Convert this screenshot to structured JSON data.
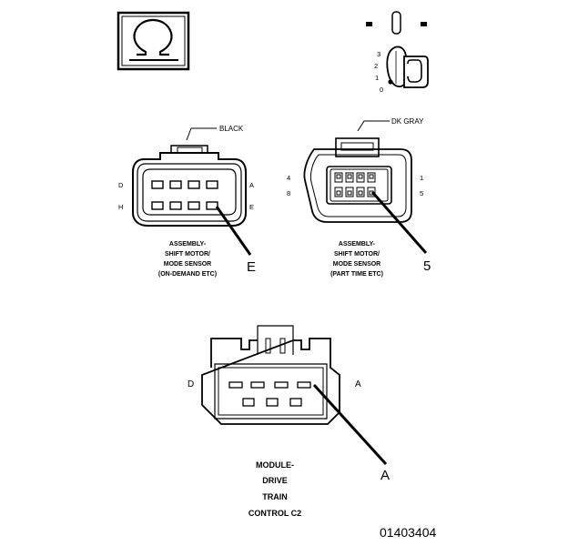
{
  "meter": {
    "symbol": "Ω",
    "icon": "ohmmeter-icon"
  },
  "ignition": {
    "positions": [
      "3",
      "2",
      "1",
      "0"
    ],
    "icon": "ignition-key-icon"
  },
  "connector_left": {
    "wire_color": "BLACK",
    "pins_left": [
      "D",
      "H"
    ],
    "pins_right": [
      "A",
      "E"
    ],
    "probe_pin": "E",
    "caption": [
      "ASSEMBLY-",
      "SHIFT MOTOR/",
      "MODE SENSOR",
      "(ON-DEMAND ETC)"
    ]
  },
  "connector_right": {
    "wire_color": "DK GRAY",
    "pins_left": [
      "4",
      "8"
    ],
    "pins_right": [
      "1",
      "5"
    ],
    "probe_pin": "5",
    "caption": [
      "ASSEMBLY-",
      "SHIFT MOTOR/",
      "MODE SENSOR",
      "(PART TIME ETC)"
    ]
  },
  "connector_bottom": {
    "pin_left": "D",
    "pin_right": "A",
    "probe_pin": "A",
    "caption": [
      "MODULE-",
      "DRIVE",
      "TRAIN",
      "CONTROL C2"
    ]
  },
  "figure_id": "01403404"
}
